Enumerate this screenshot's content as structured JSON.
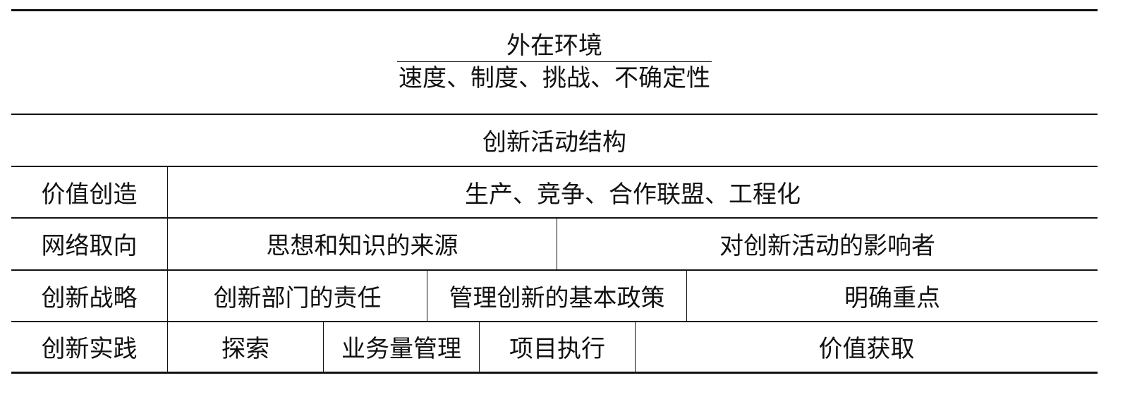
{
  "environment": {
    "title": "外在环境",
    "factors": "速度、制度、挑战、不确定性"
  },
  "structure_header": "创新活动结构",
  "rows": {
    "value_creation": {
      "label": "价值创造",
      "items": [
        "生产、竞争、合作联盟、工程化"
      ]
    },
    "network_orientation": {
      "label": "网络取向",
      "items": [
        "思想和知识的来源",
        "对创新活动的影响者"
      ]
    },
    "innovation_strategy": {
      "label": "创新战略",
      "items": [
        "创新部门的责任",
        "管理创新的基本政策",
        "明确重点"
      ]
    },
    "innovation_practice": {
      "label": "创新实践",
      "items": [
        "探索",
        "业务量管理",
        "项目执行",
        "价值获取"
      ]
    }
  }
}
